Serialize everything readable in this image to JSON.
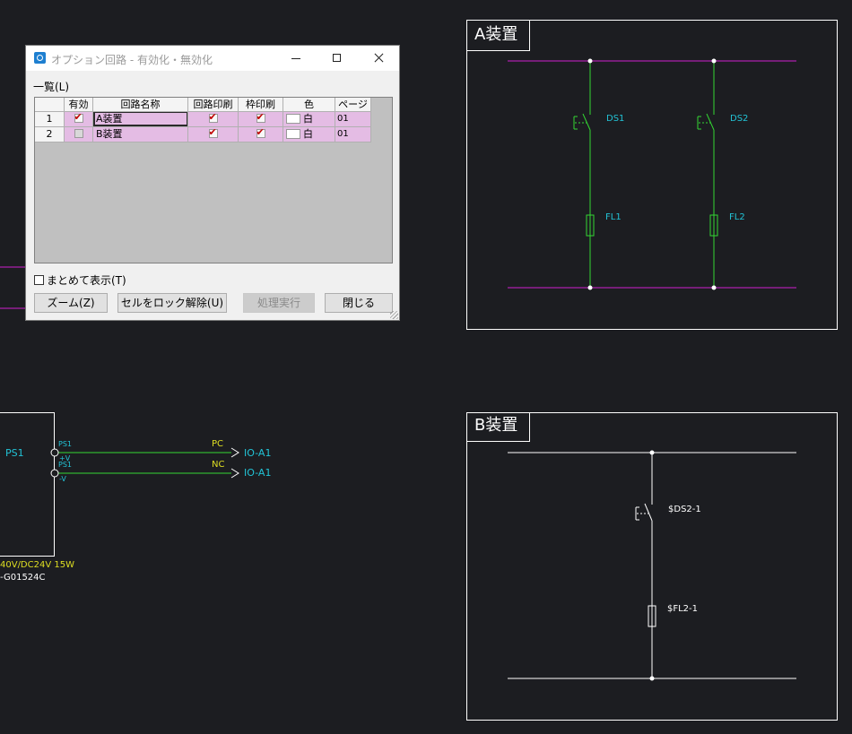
{
  "background_color": "#1c1d21",
  "colors": {
    "wire_magenta": "#d020d0",
    "wire_green": "#33d633",
    "label_cyan": "#22c3d6",
    "label_yellow": "#dede22",
    "white": "#ffffff"
  },
  "frames": [
    {
      "title": "A装置"
    },
    {
      "title": "B装置"
    }
  ],
  "frame_a_labels": {
    "ds1": "DS1",
    "ds2": "DS2",
    "fl1": "FL1",
    "fl2": "FL2"
  },
  "frame_b_labels": {
    "ds": "$DS2-1",
    "fl": "$FL2-1"
  },
  "power_supply": {
    "name": "PS1",
    "terminal1": "PS1",
    "terminal1_pin": "+V",
    "terminal2": "PS1",
    "terminal2_pin": "-V",
    "wire1_label": "PC",
    "wire2_label": "NC",
    "dest1": "IO-A1",
    "dest2": "IO-A1",
    "spec": "40V/DC24V 15W",
    "part_no": "-G01524C"
  },
  "dialog": {
    "title": "オプション回路 - 有効化・無効化",
    "list_label": "一覧(L)",
    "columns": [
      "",
      "有効",
      "回路名称",
      "回路印刷",
      "枠印刷",
      "色",
      "ページ"
    ],
    "rows": [
      {
        "num": "1",
        "enabled": true,
        "name": "A装置",
        "circuit_print": true,
        "frame_print": true,
        "color": "白",
        "page": "01"
      },
      {
        "num": "2",
        "enabled": false,
        "name": "B装置",
        "circuit_print": true,
        "frame_print": true,
        "color": "白",
        "page": "01"
      }
    ],
    "combine_label": "まとめて表示(T)",
    "buttons": {
      "zoom": "ズーム(Z)",
      "unlock": "セルをロック解除(U)",
      "execute": "処理実行",
      "close": "閉じる"
    }
  }
}
